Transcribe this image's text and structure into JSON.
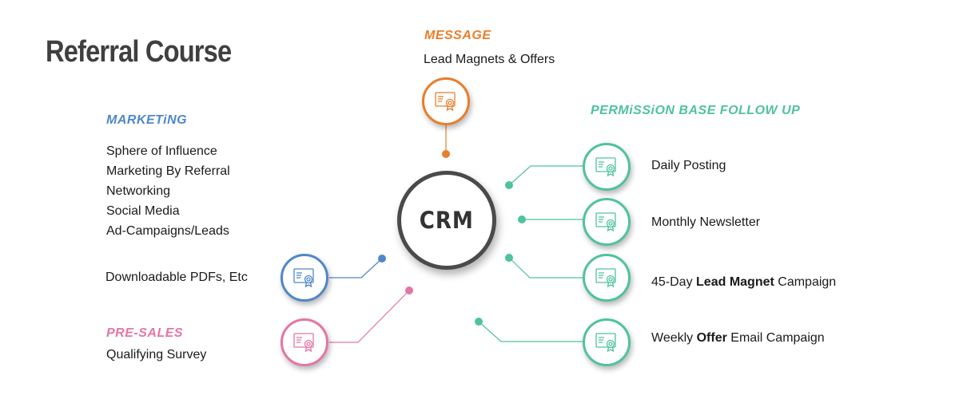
{
  "title": "Referral Course",
  "colors": {
    "orange": "#e87e2a",
    "blue": "#4f87c9",
    "teal": "#4fc2a0",
    "pink": "#e476a6",
    "dark": "#4a4a4a"
  },
  "crm": {
    "label": "CRM"
  },
  "message": {
    "heading": "MESSAGE",
    "text": "Lead Magnets & Offers",
    "icon": "certificate-icon"
  },
  "marketing": {
    "heading": "MARKETiNG",
    "items": [
      "Sphere of Influence",
      "Marketing By Referral",
      "Networking",
      "Social Media",
      "Ad-Campaigns/Leads"
    ],
    "downloadable": "Downloadable PDFs, Etc"
  },
  "presales": {
    "heading": "PRE-SALES",
    "text": "Qualifying Survey"
  },
  "followup": {
    "heading": "PERMiSSiON BASE FOLLOW UP",
    "items": [
      {
        "pre": "Daily Posting",
        "bold": "",
        "post": ""
      },
      {
        "pre": "Monthly Newsletter",
        "bold": "",
        "post": ""
      },
      {
        "pre": "45-Day ",
        "bold": "Lead Magnet",
        "post": " Campaign"
      },
      {
        "pre": "Weekly ",
        "bold": "Offer",
        "post": " Email Campaign"
      }
    ]
  }
}
